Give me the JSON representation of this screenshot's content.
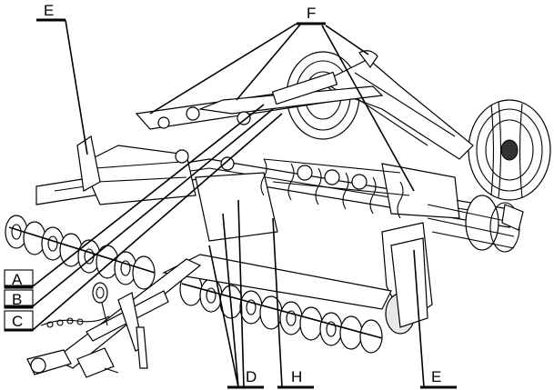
{
  "labels": {
    "E_top": "E",
    "F": "F",
    "A": "A",
    "B": "B",
    "C": "C",
    "D": "D",
    "H": "H",
    "E_bottom": "E"
  }
}
